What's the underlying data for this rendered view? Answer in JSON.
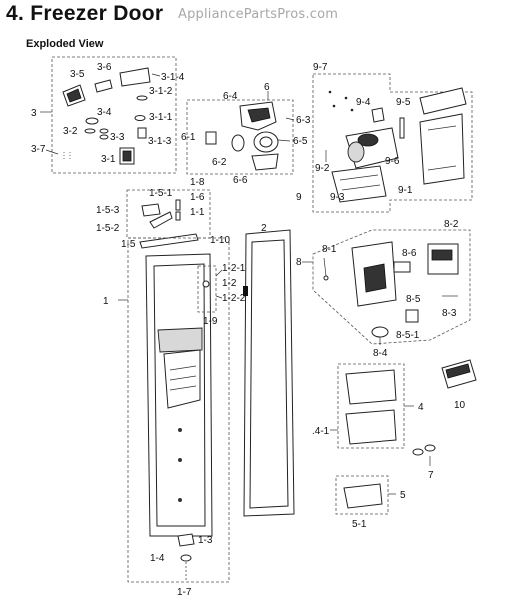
{
  "header": {
    "title": "4.  Freezer Door",
    "watermark": "AppliancePartsPros.com",
    "subtitle": "Exploded View"
  },
  "labels": {
    "l3_5": "3-5",
    "l3_6": "3-6",
    "l3_1_4": "3-1-4",
    "l3_1_2": "3-1-2",
    "l3": "3",
    "l3_4": "3-4",
    "l3_1_1": "3-1-1",
    "l3_2": "3-2",
    "l3_3": "3-3",
    "l3_1_3": "3-1-3",
    "l3_7": "3-7",
    "l3_1": "3-1",
    "l6": "6",
    "l6_4": "6-4",
    "l6_3": "6-3",
    "l6_1": "6-1",
    "l6_5": "6-5",
    "l6_2": "6-2",
    "l6_6": "6-6",
    "l9_7": "9-7",
    "l9_4": "9-4",
    "l9_5": "9-5",
    "l9_6": "9-6",
    "l9_2": "9-2",
    "l9_1": "9-1",
    "l9": "9",
    "l9_3": "9-3",
    "l1_8": "1-8",
    "l1_5_1": "1-5-1",
    "l1_6": "1-6",
    "l1_5_3": "1-5-3",
    "l1_1": "1-1",
    "l1_5_2": "1-5-2",
    "l1_5": "1-5",
    "l1_10": "1-10",
    "l1_2_1": "1-2-1",
    "l1_2": "1-2",
    "l1_2_2": "1-2-2",
    "l1_9": "1-9",
    "l1": "1",
    "l2": "2",
    "l1_3": "1-3",
    "l1_4": "1-4",
    "l1_7": "1-7",
    "l8_2": "8-2",
    "l8_1": "8-1",
    "l8_6": "8-6",
    "l8": "8",
    "l8_5": "8-5",
    "l8_3": "8-3",
    "l8_5_1": "8-5-1",
    "l8_4": "8-4",
    "l10": "10",
    "l4": "4",
    "l4_1": ".4-1",
    "l7": "7",
    "l5": "5",
    "l5_1": "5-1"
  }
}
